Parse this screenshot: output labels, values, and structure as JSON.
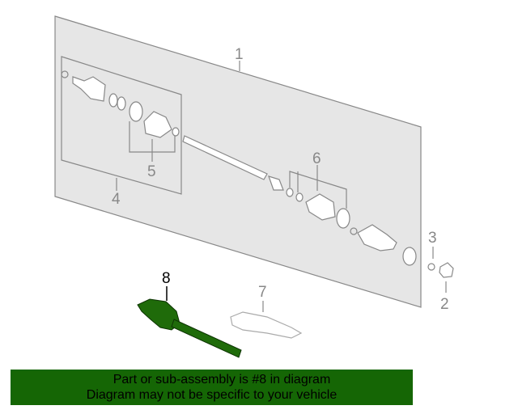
{
  "diagram": {
    "callouts": [
      "1",
      "2",
      "3",
      "4",
      "5",
      "6",
      "7",
      "8"
    ],
    "highlighted_part": "8",
    "colors": {
      "highlight": "#1f6b0a",
      "panel": "#e6e6e6",
      "line": "#8a8a8a"
    }
  },
  "banner": {
    "line1": "Part or sub-assembly is #8 in diagram",
    "line2": "Diagram may not be specific to your vehicle",
    "color": "#156605"
  }
}
